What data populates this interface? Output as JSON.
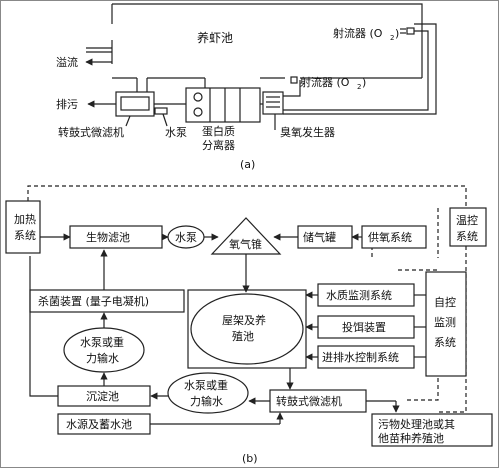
{
  "top": {
    "pond": "养虾池",
    "aerator_top": "射流器 (O",
    "aerator_bottom": "射流器 (O",
    "subscript_2": "2",
    "close_paren": ")",
    "overflow": "溢流",
    "drain": "排污",
    "drum_filter": "转鼓式微滤机",
    "pump": "水泵",
    "skimmer_line1": "蛋白质",
    "skimmer_line2": "分离器",
    "ozone": "臭氧发生器",
    "caption": "(a)"
  },
  "bottom": {
    "heating_1": "加热",
    "heating_2": "系统",
    "biofilter": "生物滤池",
    "pump": "水泵",
    "oxygen_cone": "氧气锥",
    "gas_tank": "储气罐",
    "oxygen_supply": "供氧系统",
    "temp_control_1": "温控",
    "temp_control_2": "系统",
    "sterilizer": "杀菌装置 (量子电凝机)",
    "water_quality": "水质监测系统",
    "feeder": "投饵装置",
    "inout_control": "进排水控制系统",
    "auto_1": "自控",
    "auto_2": "监测",
    "auto_3": "系统",
    "culture_1": "屋架及养",
    "culture_2": "殖池",
    "pump_gravity_1": "水泵或重",
    "pump_gravity_2": "力输水",
    "pump_gravity2_1": "水泵或重",
    "pump_gravity2_2": "力输水",
    "settling": "沉淀池",
    "drum_filter": "转鼓式微滤机",
    "source": "水源及蓄水池",
    "sewage_1": "污物处理池或其",
    "sewage_2": "他苗种养殖池",
    "caption": "(b)"
  }
}
